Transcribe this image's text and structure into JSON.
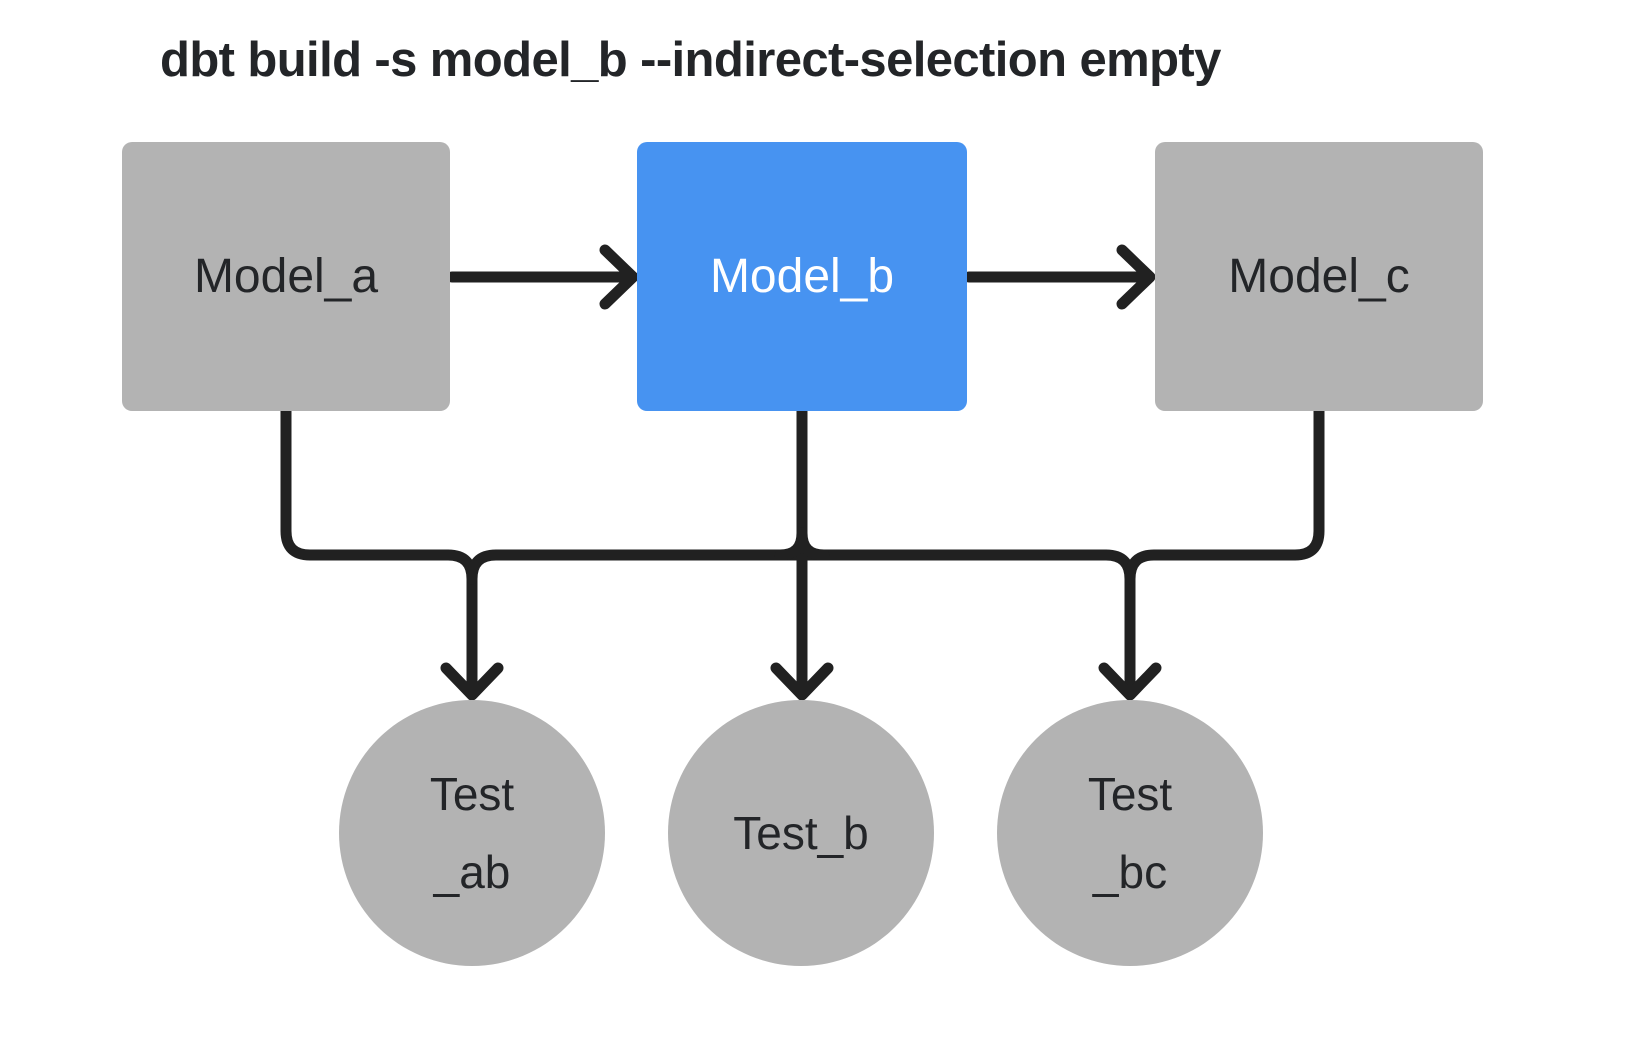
{
  "title": "dbt build -s model_b --indirect-selection empty",
  "colors": {
    "background": "#ffffff",
    "node_gray": "#b3b3b3",
    "node_selected": "#4793f1",
    "edge": "#212121",
    "text_dark": "#232528",
    "text_light": "#ffffff"
  },
  "models": [
    {
      "id": "model_a",
      "label": "Model_a",
      "selected": false
    },
    {
      "id": "model_b",
      "label": "Model_b",
      "selected": true
    },
    {
      "id": "model_c",
      "label": "Model_c",
      "selected": false
    }
  ],
  "tests": [
    {
      "id": "test_ab",
      "lines": [
        "Test",
        "_ab"
      ]
    },
    {
      "id": "test_b",
      "lines": [
        "Test_b"
      ]
    },
    {
      "id": "test_bc",
      "lines": [
        "Test",
        "_bc"
      ]
    }
  ],
  "edges": [
    {
      "from": "model_a",
      "to": "model_b",
      "type": "model-to-model"
    },
    {
      "from": "model_b",
      "to": "model_c",
      "type": "model-to-model"
    },
    {
      "from": "model_a",
      "to": "test_ab",
      "type": "model-to-test"
    },
    {
      "from": "model_b",
      "to": "test_ab",
      "type": "model-to-test"
    },
    {
      "from": "model_b",
      "to": "test_b",
      "type": "model-to-test"
    },
    {
      "from": "model_b",
      "to": "test_bc",
      "type": "model-to-test"
    },
    {
      "from": "model_c",
      "to": "test_bc",
      "type": "model-to-test"
    }
  ]
}
